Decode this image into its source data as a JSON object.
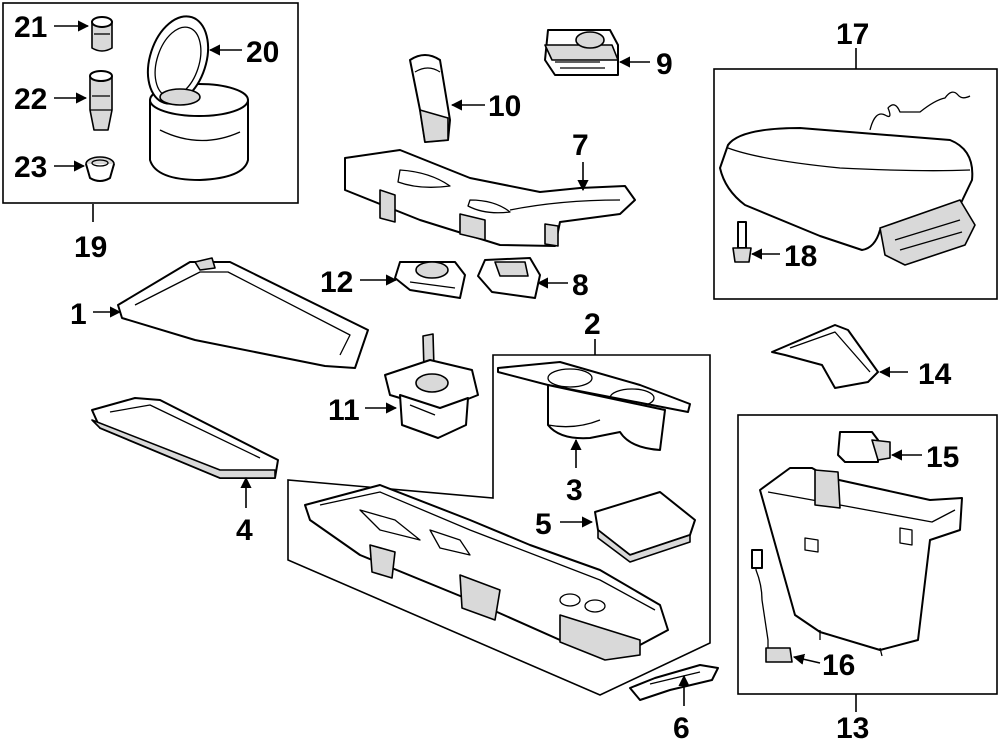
{
  "diagram": {
    "callouts": {
      "c1": "1",
      "c2": "2",
      "c3": "3",
      "c4": "4",
      "c5": "5",
      "c6": "6",
      "c7": "7",
      "c8": "8",
      "c9": "9",
      "c10": "10",
      "c11": "11",
      "c12": "12",
      "c13": "13",
      "c14": "14",
      "c15": "15",
      "c16": "16",
      "c17": "17",
      "c18": "18",
      "c19": "19",
      "c20": "20",
      "c21": "21",
      "c22": "22",
      "c23": "23"
    }
  }
}
